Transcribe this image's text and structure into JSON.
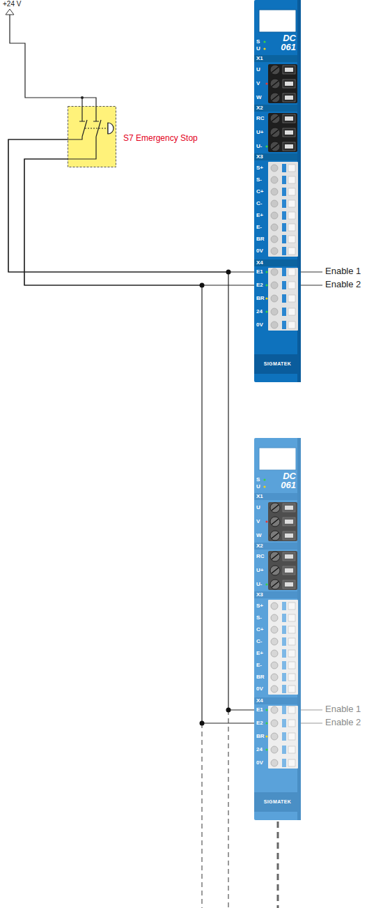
{
  "diagram": {
    "nodes": [
      {
        "text": [
          "S7 Emergency Stop"
        ]
      },
      {
        "text": [
          "S",
          "U",
          "DC 061",
          "X1",
          "U",
          "V",
          "W",
          "X2",
          "RC",
          "U+",
          "U-",
          "X3",
          "S+",
          "S-",
          "C+",
          "C-",
          "E+",
          "E-",
          "BR",
          "0V",
          "X4",
          "E1",
          "E2",
          "BR",
          "24",
          "0V",
          "SIGMATEK"
        ]
      },
      {
        "text": [
          "S",
          "U",
          "DC 061",
          "X1",
          "U",
          "V",
          "W",
          "X2",
          "RC",
          "U+",
          "U-",
          "X3",
          "S+",
          "S-",
          "C+",
          "C-",
          "E+",
          "E-",
          "BR",
          "0V",
          "X4",
          "E1",
          "E2",
          "BR",
          "24",
          "0V",
          "SIGMATEK"
        ]
      }
    ],
    "edges": [
      {
        "from": 0,
        "to": 1,
        "arrow": "none"
      },
      {
        "from": 0,
        "to": 1,
        "arrow": "none"
      },
      {
        "from": 0,
        "to": 2,
        "arrow": "none"
      },
      {
        "from": 0,
        "to": 2,
        "arrow": "none"
      }
    ],
    "labels": [
      "+24 V",
      "Enable 1",
      "Enable 2",
      "Enable 1",
      "Enable 2"
    ]
  }
}
